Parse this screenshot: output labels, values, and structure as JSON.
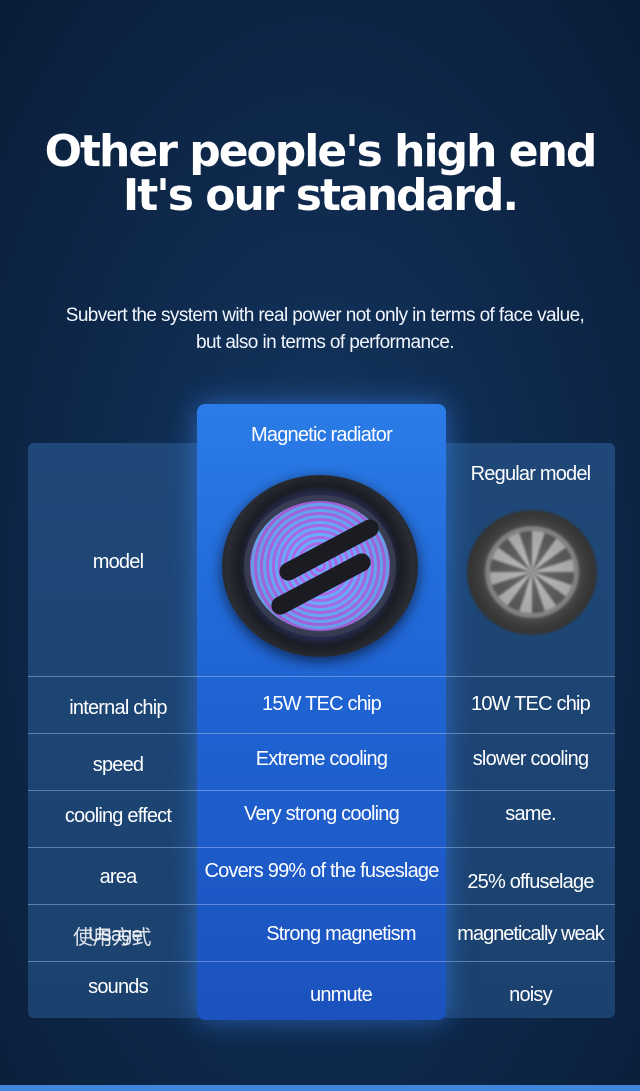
{
  "headline": {
    "line1": "Other people's high end",
    "line2": "It's our standard."
  },
  "subtitle": {
    "line1": "Subvert the system with real power not only in terms of face value,",
    "line2": "but also in terms of performance."
  },
  "table": {
    "header": {
      "row_label": "model",
      "highlight": "Magnetic radiator",
      "regular": "Regular model"
    },
    "rows": [
      {
        "label": "internal chip",
        "highlight": "15W TEC chip",
        "regular": "10W TEC chip"
      },
      {
        "label": "speed",
        "highlight": "Extreme cooling",
        "regular": "slower cooling"
      },
      {
        "label": "cooling effect",
        "highlight": "Very strong cooling",
        "regular": "same."
      },
      {
        "label": "area",
        "highlight": "Covers 99% of the fuseslage",
        "regular": "25% offuselage"
      },
      {
        "label": "Usage",
        "label_overlay": "使用方式",
        "highlight": "Strong magnetism",
        "regular": "magnetically weak"
      },
      {
        "label": "sounds",
        "highlight": "unmute",
        "regular": "noisy"
      }
    ]
  },
  "colors": {
    "accent_column": "#2574e0",
    "table_background": "#1f4878",
    "page_background": "#0f2b4f"
  }
}
